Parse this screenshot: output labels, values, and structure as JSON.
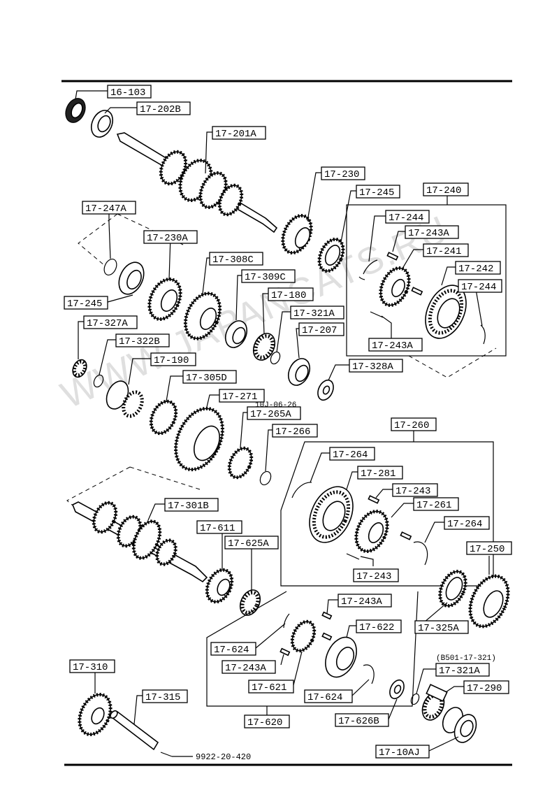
{
  "watermark": "WWW.JAPANCATS.RU",
  "watermark_small": "10J-06-26",
  "note_code": "(B501-17-321)",
  "bolt_code": "9922-20-420",
  "labels": {
    "l_16_103": "16-103",
    "l_17_202B": "17-202B",
    "l_17_201A": "17-201A",
    "l_17_230": "17-230",
    "l_17_245_top": "17-245",
    "l_17_240": "17-240",
    "l_17_247A": "17-247A",
    "l_17_244_top": "17-244",
    "l_17_243A_top": "17-243A",
    "l_17_230A": "17-230A",
    "l_17_241": "17-241",
    "l_17_308C": "17-308C",
    "l_17_242": "17-242",
    "l_17_309C": "17-309C",
    "l_17_244_bot": "17-244",
    "l_17_245_left": "17-245",
    "l_17_180": "17-180",
    "l_17_321A_mid": "17-321A",
    "l_17_327A": "17-327A",
    "l_17_207": "17-207",
    "l_17_243A_bot": "17-243A",
    "l_17_322B": "17-322B",
    "l_17_328A": "17-328A",
    "l_17_190": "17-190",
    "l_17_305D": "17-305D",
    "l_17_271": "17-271",
    "l_17_265A": "17-265A",
    "l_17_266": "17-266",
    "l_17_260": "17-260",
    "l_17_264_top": "17-264",
    "l_17_281": "17-281",
    "l_17_243": "17-243",
    "l_17_301B": "17-301B",
    "l_17_261": "17-261",
    "l_17_611": "17-611",
    "l_17_264_bot": "17-264",
    "l_17_625A": "17-625A",
    "l_17_250": "17-250",
    "l_17_243_bot": "17-243",
    "l_17_243A_low": "17-243A",
    "l_17_624_top": "17-624",
    "l_17_622": "17-622",
    "l_17_325A": "17-325A",
    "l_17_243A_low2": "17-243A",
    "l_17_310": "17-310",
    "l_17_321A_low": "17-321A",
    "l_17_621": "17-621",
    "l_17_290": "17-290",
    "l_17_624_bot": "17-624",
    "l_17_315": "17-315",
    "l_17_620": "17-620",
    "l_17_626B": "17-626B",
    "l_17_10AJ": "17-10AJ"
  }
}
